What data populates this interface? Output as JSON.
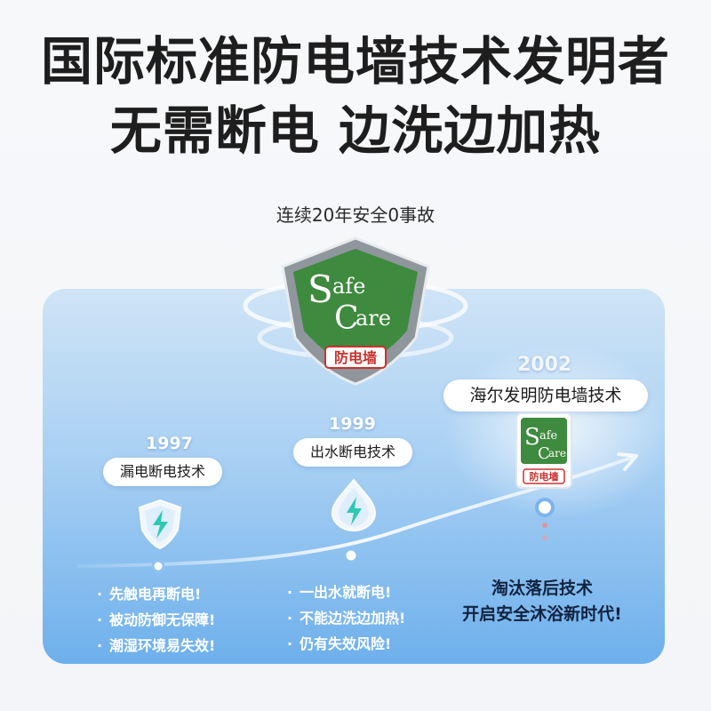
{
  "headline": {
    "line1": "国际标准防电墙技术发明者",
    "line2": "无需断电 边洗边加热"
  },
  "subtitle": "连续20年安全0事故",
  "badge": {
    "safe_s": "S",
    "safe_rest": "afe",
    "care_c": "C",
    "care_rest": "are",
    "seal": "防电墙"
  },
  "timeline": [
    {
      "year": "1997",
      "label": "漏电断电技术",
      "icon": "lightning-shield-icon",
      "bullets": [
        "先触电再断电!",
        "被动防御无保障!",
        "潮湿环境易失效!"
      ]
    },
    {
      "year": "1999",
      "label": "出水断电技术",
      "icon": "lightning-drop-icon",
      "bullets": [
        "一出水就断电!",
        "不能边洗边加热!",
        "仍有失效风险!"
      ]
    },
    {
      "year": "2002",
      "label": "海尔发明防电墙技术",
      "icon": "safe-care-badge-icon",
      "closing": [
        "淘汰落后技术",
        "开启安全沐浴新时代!"
      ]
    }
  ],
  "bullet_mark": "·",
  "colors": {
    "shield_green": "#3e8a3e",
    "seal_red": "#c8322e",
    "panel_blue": "#7bb7ee",
    "icon_teal": "#2cc9b4"
  }
}
